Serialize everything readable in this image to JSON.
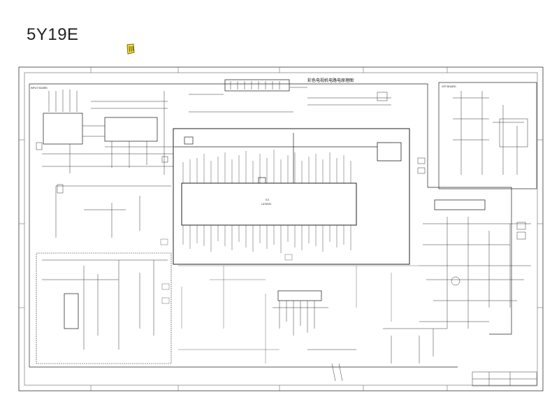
{
  "document": {
    "model": "5Y19E",
    "diagram_title": "彩色电视机电路电原理图",
    "labels": {
      "input_board": "INPUT BOARD",
      "crt_board": "CRT BOARD",
      "main_ic_ref": "IC1",
      "main_ic_part": "LA76933"
    }
  },
  "icons": {
    "note_icon": "sticky-note-icon"
  },
  "colors": {
    "ink": "#222222",
    "note_fill": "#f4e04a",
    "note_stroke": "#7a6a00"
  }
}
